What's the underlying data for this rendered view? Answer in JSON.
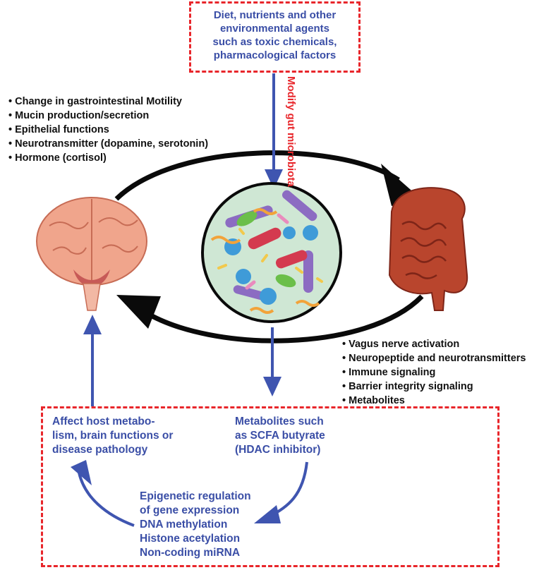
{
  "top_box": {
    "lines": [
      "Diet, nutrients and other",
      "environmental agents",
      "such as toxic chemicals,",
      "pharmacological factors"
    ]
  },
  "modify_label": "Modify gut microbiota",
  "brain_effects": [
    "Change in gastrointestinal Motility",
    "Mucin production/secretion",
    "Epithelial functions",
    "Neurotransmitter (dopamine, serotonin)",
    "Hormone (cortisol)"
  ],
  "gut_signals": [
    "Vagus nerve activation",
    "Neuropeptide and neurotransmitters",
    "Immune signaling",
    "Barrier integrity signaling",
    "Metabolites"
  ],
  "bottom_box": {
    "host_effect": [
      "Affect host metabo-",
      "lism, brain functions or",
      "disease pathology"
    ],
    "metabolites": [
      "Metabolites such",
      "as SCFA butyrate",
      "(HDAC inhibitor)"
    ],
    "epigenetic": [
      "Epigenetic regulation",
      "of gene expression",
      "DNA methylation",
      "Histone acetylation",
      "Non-coding miRNA"
    ]
  },
  "colors": {
    "accent_red": "#e8262b",
    "accent_blue": "#3a4ea6",
    "arrow_blue": "#3f55b0",
    "cycle_black": "#0a0a0a",
    "brain": "#f0a58c",
    "gut": "#b9452d"
  },
  "icons": [
    "brain-illustration",
    "microbiota-illustration",
    "intestine-illustration"
  ]
}
